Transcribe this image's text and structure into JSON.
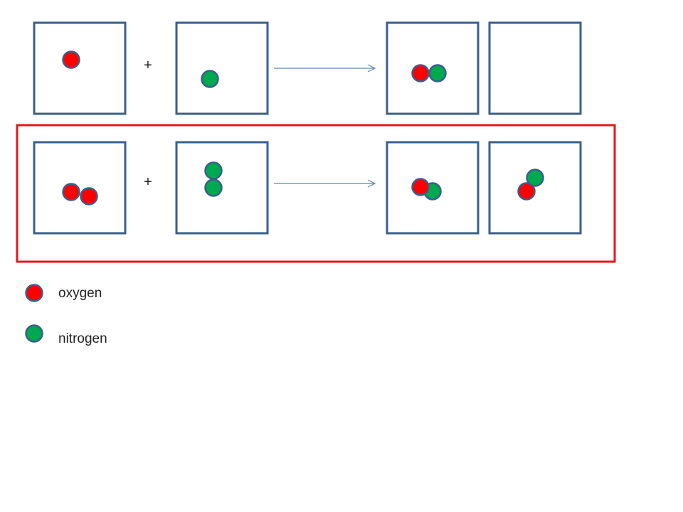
{
  "colors": {
    "oxygen": "#ff0000",
    "nitrogen": "#00a84f",
    "box_border": "#3a5f8a",
    "highlight_border": "#e8141b",
    "arrow": "#5b86b8"
  },
  "reactions": [
    {
      "operator": "+",
      "reactant_1": [
        "oxygen"
      ],
      "reactant_2": [
        "nitrogen"
      ],
      "product_1": [
        "oxygen",
        "nitrogen"
      ],
      "product_2": []
    },
    {
      "operator": "+",
      "highlighted": true,
      "reactant_1": [
        "oxygen",
        "oxygen"
      ],
      "reactant_2": [
        "nitrogen",
        "nitrogen"
      ],
      "product_1": [
        "oxygen",
        "nitrogen"
      ],
      "product_2": [
        "nitrogen",
        "oxygen"
      ]
    }
  ],
  "legend": [
    {
      "label": "oxygen",
      "element": "oxygen"
    },
    {
      "label": "nitrogen",
      "element": "nitrogen"
    }
  ]
}
